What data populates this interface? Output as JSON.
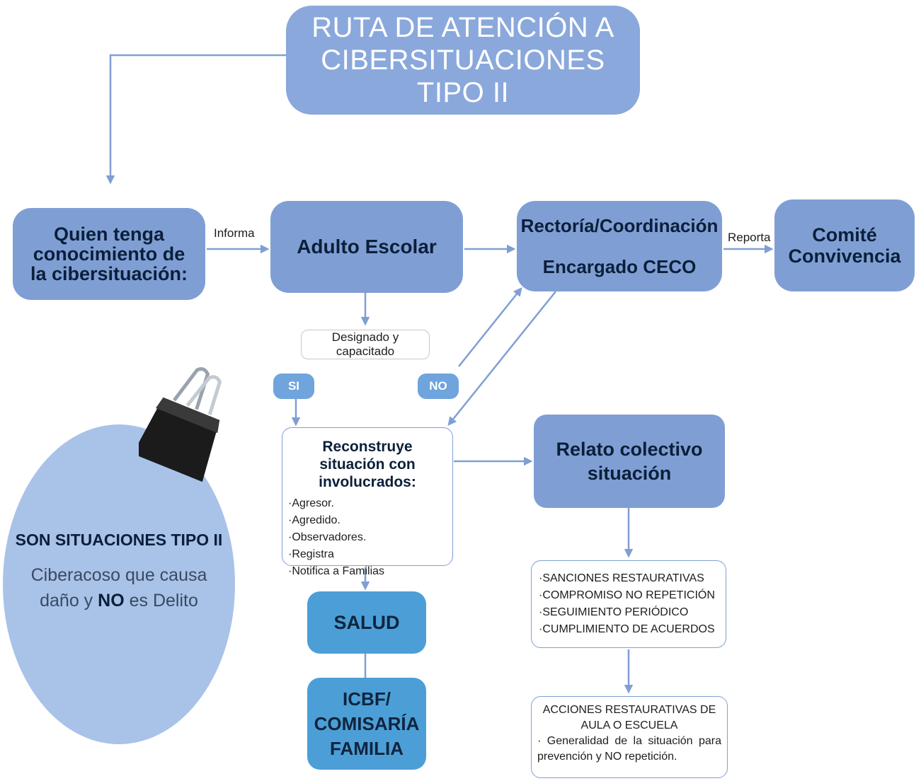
{
  "title": "RUTA DE ATENCIÓN A CIBERSITUACIONES TIPO II",
  "nodes": {
    "quien": "Quien tenga conocimiento de la cibersituación:",
    "adulto": "Adulto Escolar",
    "rectoria_line1": "Rectoría/Coordinación",
    "rectoria_line2": "Encargado CECO",
    "comite": "Comité Convivencia",
    "designado": "Designado y capacitado",
    "si": "SI",
    "no": "NO",
    "reconstruye_title": "Reconstruye situación con involucrados:",
    "reconstruye_items": [
      "Agresor.",
      "Agredido.",
      "Observadores.",
      "Registra",
      "Notifica a Familias"
    ],
    "relato": "Relato colectivo situación",
    "sanciones_items": [
      "SANCIONES RESTAURATIVAS",
      "COMPROMISO NO REPETICIÓN",
      "SEGUIMIENTO PERIÓDICO",
      "CUMPLIMIENTO DE ACUERDOS"
    ],
    "acciones_title": "ACCIONES RESTAURATIVAS DE AULA O ESCUELA",
    "acciones_body": "Generalidad de la situación para prevención y NO repetición.",
    "salud": "SALUD",
    "icbf": "ICBF/ COMISARÍA FAMILIA"
  },
  "edge_labels": {
    "informa": "Informa",
    "reporta": "Reporta"
  },
  "circle": {
    "heading": "SON SITUACIONES TIPO II",
    "text_before": "Ciberacoso que causa daño y",
    "text_bold": "NO",
    "text_after": "es Delito"
  },
  "colors": {
    "node_blue": "#7f9fd4",
    "teal_blue": "#4b9fd6",
    "circle": "#a9c2e8",
    "arrow": "#7f9fd4"
  }
}
